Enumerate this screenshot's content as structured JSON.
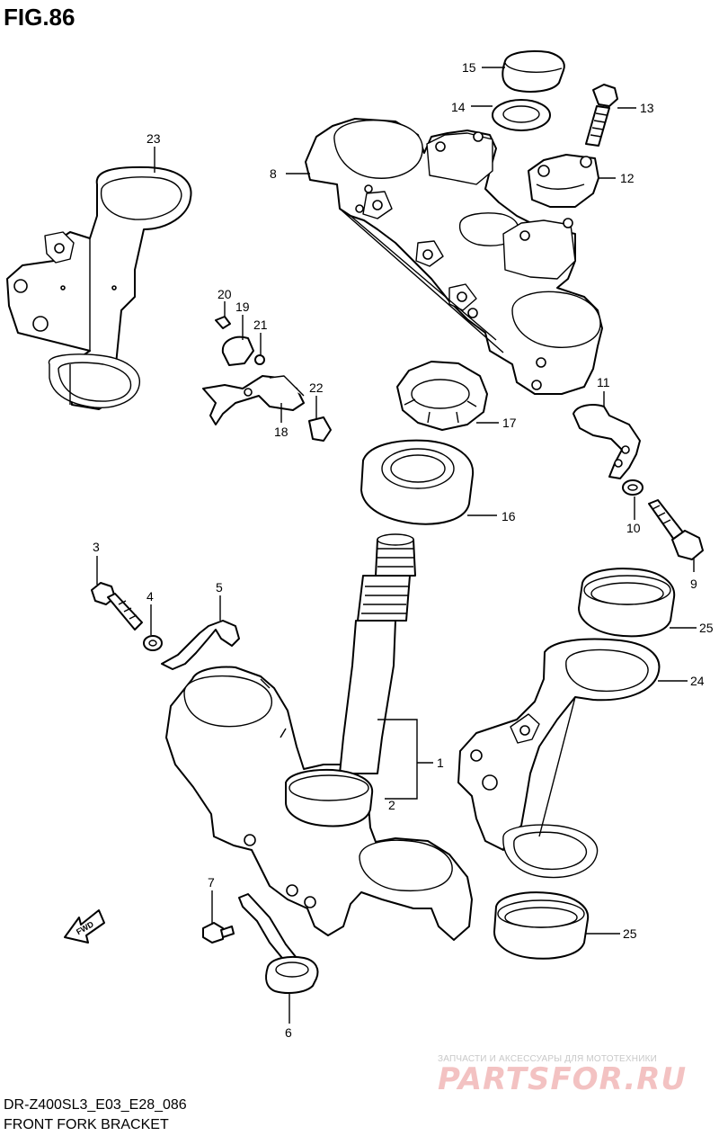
{
  "figure": {
    "title": "FIG.86",
    "code": "DR-Z400SL3_E03_E28_086",
    "name": "FRONT FORK BRACKET"
  },
  "direction_arrow": {
    "label": "FWD"
  },
  "watermark": {
    "tagline": "ЗАПЧАСТИ И АКСЕССУАРЫ ДЛЯ МОТОТЕХНИКИ",
    "logo": "PARTSFOR.RU",
    "color": "#f3c2c2"
  },
  "callouts": [
    "1",
    "2",
    "3",
    "4",
    "5",
    "6",
    "7",
    "8",
    "9",
    "10",
    "11",
    "12",
    "13",
    "14",
    "15",
    "16",
    "17",
    "18",
    "19",
    "20",
    "21",
    "22",
    "23",
    "24",
    "25",
    "25"
  ]
}
